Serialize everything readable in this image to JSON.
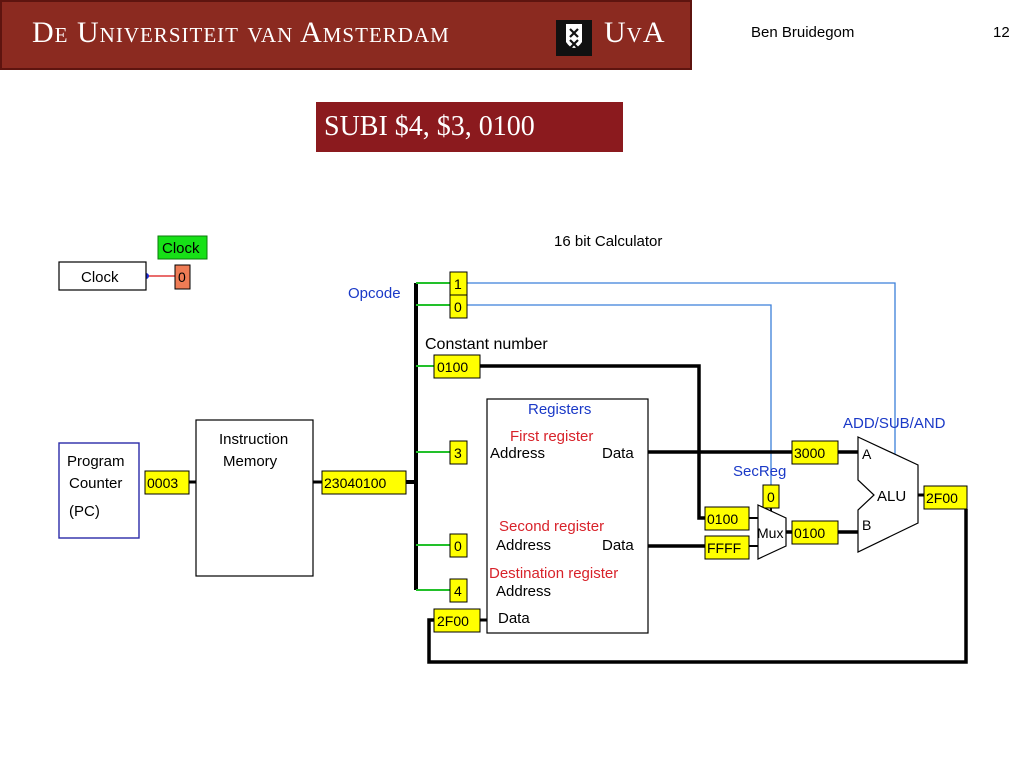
{
  "header": {
    "university_name": "De Universiteit van Amsterdam",
    "abbrev": "UvA",
    "author": "Ben Bruidegom",
    "page_number": "12"
  },
  "slide": {
    "title": "SUBI $4, $3, 0100"
  },
  "diagram": {
    "title": "16 bit Calculator",
    "clock": {
      "button_label": "Clock",
      "indicator_label": "Clock",
      "value": "0"
    },
    "program_counter": {
      "line1": "Program",
      "line2": "Counter",
      "line3": "(PC)",
      "value": "0003"
    },
    "instruction_memory": {
      "line1": "Instruction",
      "line2": "Memory",
      "value": "23040100"
    },
    "opcode": {
      "label": "Opcode",
      "bit1": "1",
      "bit0": "0"
    },
    "constant": {
      "label": "Constant number",
      "value": "0100"
    },
    "registers": {
      "title": "Registers",
      "first": {
        "label": "First register",
        "address_label": "Address",
        "data_label": "Data",
        "address": "3"
      },
      "second": {
        "label": "Second register",
        "address_label": "Address",
        "data_label": "Data",
        "address": "0"
      },
      "destination": {
        "label": "Destination register",
        "address_label": "Address",
        "data_label": "Data",
        "address": "4",
        "data": "2F00"
      }
    },
    "secreg": {
      "label": "SecReg",
      "value": "0"
    },
    "mux": {
      "label": "Mux",
      "in_const": "0100",
      "in_reg": "FFFF",
      "out": "0100"
    },
    "alu": {
      "title": "ADD/SUB/AND",
      "label": "ALU",
      "input_a_label": "A",
      "input_b_label": "B",
      "a_value": "3000",
      "result": "2F00"
    }
  }
}
